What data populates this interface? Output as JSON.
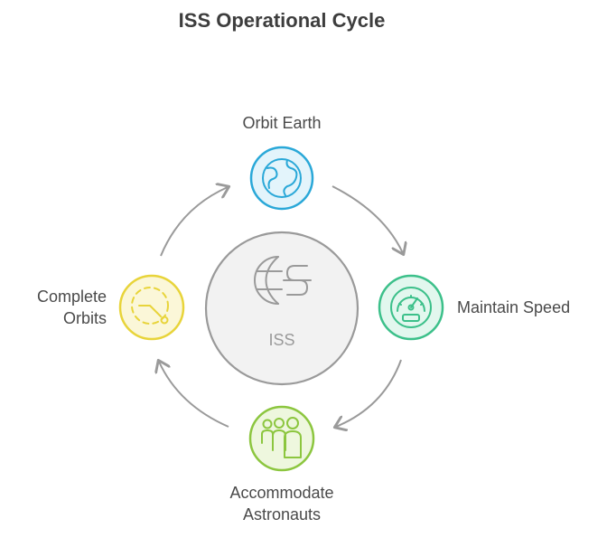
{
  "title": "ISS Operational Cycle",
  "center": {
    "label": "ISS",
    "icon": "iss-globe-icon"
  },
  "steps": [
    {
      "label_lines": [
        "Orbit Earth"
      ],
      "icon": "globe-icon",
      "color": "#2aa8d8",
      "fill": "#e3f4fb"
    },
    {
      "label_lines": [
        "Maintain Speed"
      ],
      "icon": "speedometer-icon",
      "color": "#3cc08a",
      "fill": "#e2f7ee"
    },
    {
      "label_lines": [
        "Accommodate",
        "Astronauts"
      ],
      "icon": "people-icon",
      "color": "#8cc63f",
      "fill": "#eef7de"
    },
    {
      "label_lines": [
        "Complete",
        "Orbits"
      ],
      "icon": "orbit-path-icon",
      "color": "#e8d43a",
      "fill": "#fbf7d8"
    }
  ],
  "colors": {
    "arrow": "#9a9a9a",
    "center_stroke": "#9a9a9a",
    "center_fill": "#f2f2f2",
    "center_text": "#9a9a9a"
  }
}
